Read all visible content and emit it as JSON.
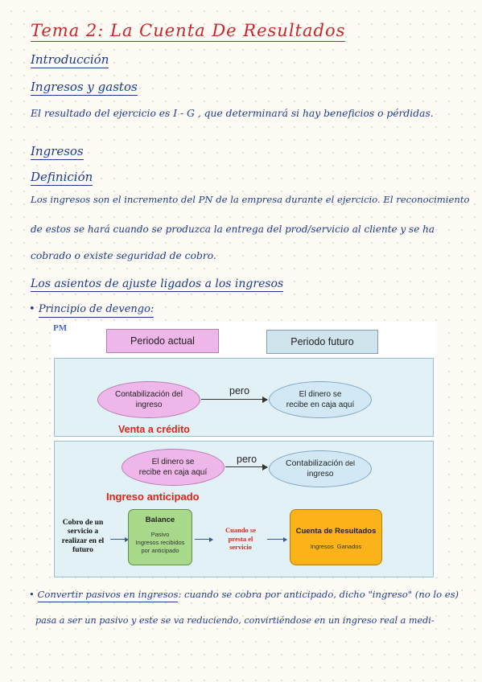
{
  "title": "Tema 2: La Cuenta De Resultados",
  "intro": "Introducción",
  "ingresos_gastos": {
    "heading": "Ingresos y gastos",
    "text": "El resultado del ejercicio es I - G , que determinará si hay beneficios o pérdidas."
  },
  "ingresos": {
    "heading": "Ingresos",
    "subheading": "Definición",
    "lines": [
      "Los ingresos son el incremento del PN de la empresa durante el ejercicio. El reconocimiento",
      "de estos se hará cuando se produzca la entrega del prod/servicio al cliente y se ha",
      "cobrado o existe seguridad de cobro."
    ]
  },
  "asientos": {
    "heading": "Los asientos de ajuste ligados a los ingresos",
    "bullet": "Principio de devengo:"
  },
  "diagram": {
    "pm": "PM",
    "periodo_actual": "Periodo actual",
    "periodo_futuro": "Periodo futuro",
    "venta": {
      "left": [
        "Contabilización del",
        "ingreso"
      ],
      "pero": "pero",
      "right": [
        "El dinero se",
        "recibe en caja aquí"
      ],
      "label": "Venta a crédito"
    },
    "anticipado": {
      "left": [
        "El dinero se",
        "recibe en caja aquí"
      ],
      "pero": "pero",
      "right": [
        "Contabilización",
        "del",
        "ingreso"
      ],
      "label": "Ingreso anticipado"
    },
    "flow": {
      "cobro": [
        "Cobro de un",
        "servicio a",
        "realizar en el",
        "futuro"
      ],
      "balance_title": "Balance",
      "balance_lines": [
        "Pasivo",
        "Ingresos recibidos",
        "por anticipado"
      ],
      "cuando": [
        "Cuando se",
        "presta el",
        "servicio"
      ],
      "cuenta_title": "Cuenta de Resultados",
      "cuenta_sub": "Ingresos  Ganados"
    },
    "colors": {
      "pink": "#efb6ea",
      "light_blue": "#cfe4ec",
      "green": "#a8d98a",
      "orange": "#fbb319",
      "red": "#e0241c"
    }
  },
  "convertir": {
    "bullet_title": "Convertir pasivos en ingresos",
    "line1": ": cuando se cobra por anticipado, dicho \"ingreso\" (no lo es)",
    "line2": "pasa a ser un pasivo y este se va reduciendo, convirtiéndose en un ingreso real a medi-"
  }
}
